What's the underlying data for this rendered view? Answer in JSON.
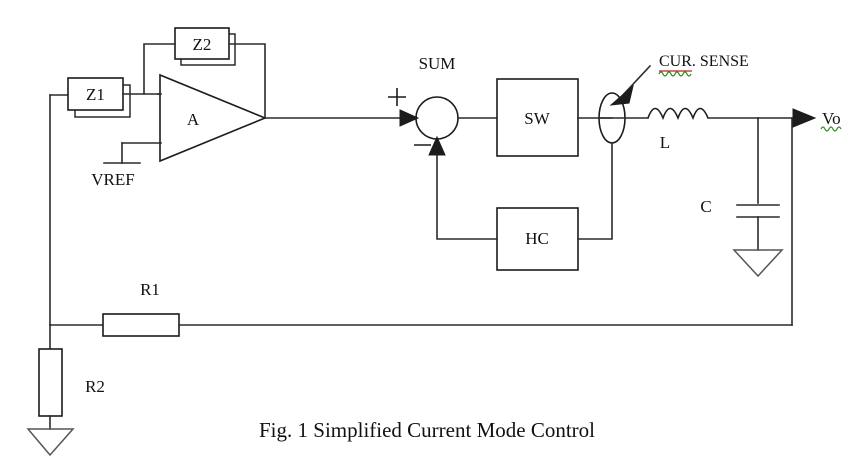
{
  "figure": {
    "caption": "Fig. 1 Simplified Current Mode Control",
    "background_color": "#ffffff",
    "line_color": "#1c1c1c"
  },
  "blocks": {
    "z1": {
      "label": "Z1"
    },
    "z2": {
      "label": "Z2"
    },
    "amplifier": {
      "label": "A"
    },
    "switch": {
      "label": "SW"
    },
    "current_comparator": {
      "label": "HC"
    }
  },
  "components": {
    "inductor": {
      "label": "L"
    },
    "capacitor": {
      "label": "C"
    },
    "resistor_r1": {
      "label": "R1"
    },
    "resistor_r2": {
      "label": "R2"
    }
  },
  "nodes": {
    "summing_junction": {
      "label": "SUM",
      "plus_sign": "+",
      "minus_sign": "–"
    },
    "reference": {
      "label": "VREF"
    },
    "current_sense": {
      "label": "CUR. SENSE"
    },
    "output": {
      "label": "Vo"
    }
  }
}
